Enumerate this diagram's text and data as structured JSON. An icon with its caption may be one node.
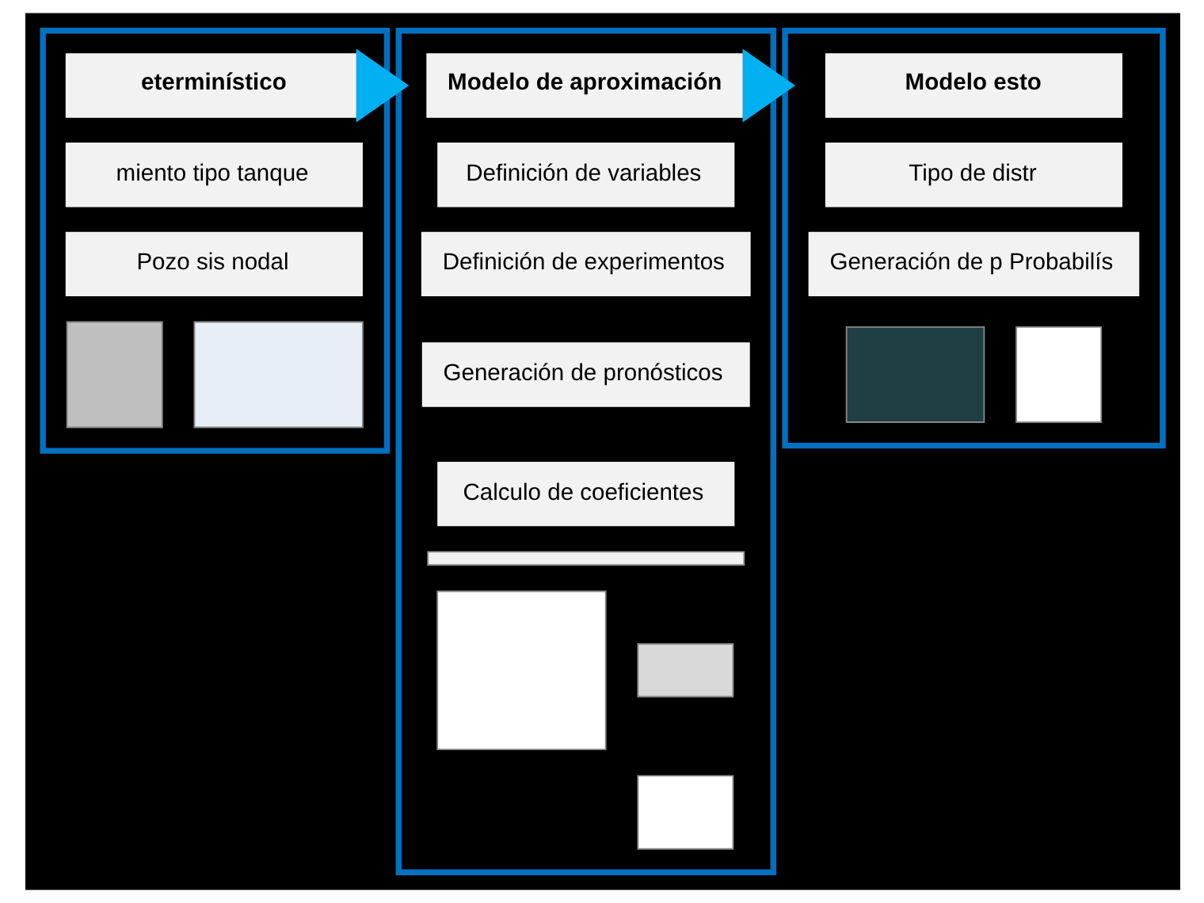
{
  "diagram": {
    "nodes": [
      {
        "text": [],
        "shape": "box"
      },
      {
        "text": [
          "eterminístico"
        ],
        "in": 0
      },
      {
        "text": [
          "miento tipo tanque"
        ],
        "in": 0
      },
      {
        "text": [
          "Pozo sis nodal"
        ],
        "in": 0
      },
      {
        "text": [],
        "shape": "box",
        "in": 0
      },
      {
        "text": [],
        "shape": "box",
        "in": 0
      },
      {
        "text": [],
        "shape": "box"
      },
      {
        "text": [
          "Modelo de aproximación"
        ],
        "in": 6
      },
      {
        "text": [
          "Definición de variables"
        ],
        "in": 6
      },
      {
        "text": [
          "Definición de experimentos"
        ],
        "in": 6
      },
      {
        "text": [
          "Generación de pronósticos"
        ],
        "in": 6
      },
      {
        "text": [
          "Calculo de coeficientes"
        ],
        "in": 6
      },
      {
        "text": [],
        "shape": "box",
        "in": 6
      },
      {
        "text": [],
        "shape": "box",
        "in": 6
      },
      {
        "text": [],
        "shape": "box",
        "in": 6
      },
      {
        "text": [],
        "shape": "box",
        "in": 6
      },
      {
        "text": [],
        "shape": "box"
      },
      {
        "text": [
          "Modelo esto"
        ],
        "in": 16
      },
      {
        "text": [
          "Tipo de distr"
        ],
        "in": 16
      },
      {
        "text": [
          "Generación de p Probabilís"
        ],
        "in": 16
      },
      {
        "text": [],
        "shape": "box",
        "in": 16
      },
      {
        "text": [],
        "shape": "box",
        "in": 16
      }
    ],
    "edges": [
      {
        "from": 0,
        "to": 6,
        "arrow": "to"
      },
      {
        "from": 6,
        "to": 16,
        "arrow": "to"
      }
    ]
  }
}
